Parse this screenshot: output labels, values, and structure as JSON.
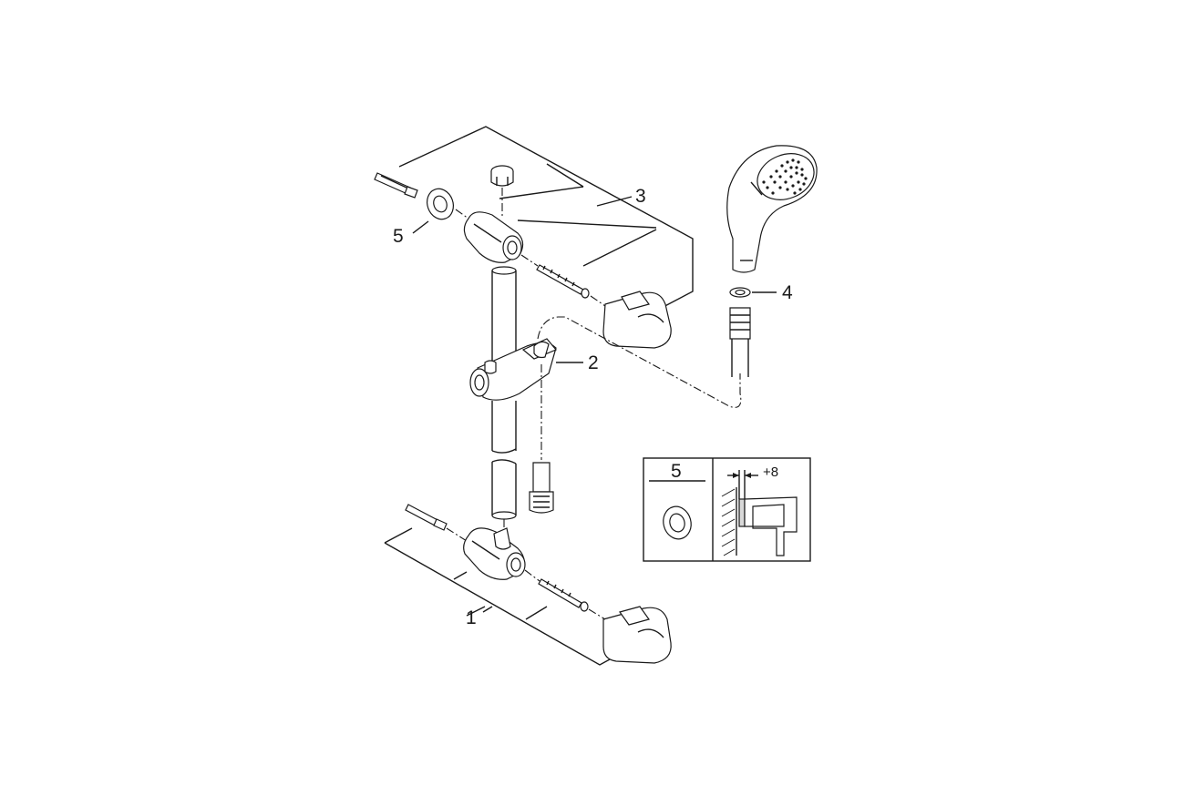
{
  "callouts": {
    "p1": "1",
    "p2": "2",
    "p3": "3",
    "p4": "4",
    "p5": "5"
  },
  "detail_box": {
    "part_label": "5",
    "dimension": "+8"
  }
}
